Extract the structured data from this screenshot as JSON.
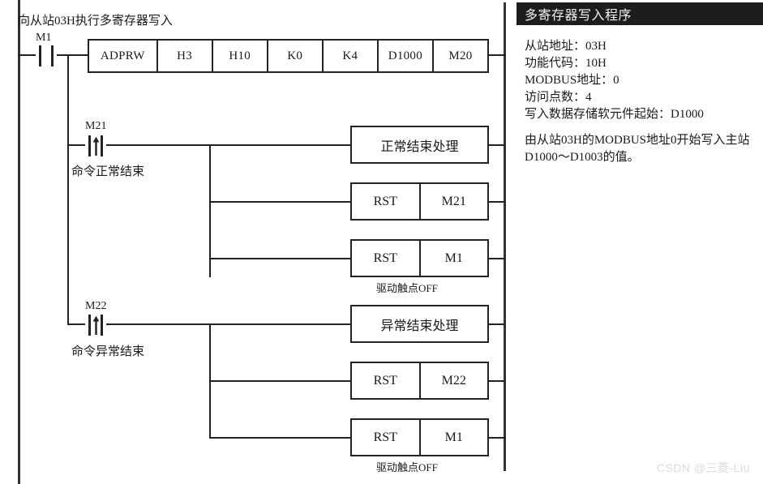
{
  "ladder": {
    "rungs": [
      {
        "comment": "向从站03H执行多寄存器写入",
        "contact_label": "M1",
        "contact_type": "no-contact",
        "instruction_cells": [
          "ADPRW",
          "H3",
          "H10",
          "K0",
          "K4",
          "D1000",
          "M20"
        ]
      },
      {
        "comment": "",
        "contact_label": "M21",
        "contact_type": "rising-edge-contact",
        "under_label": "命令正常结束",
        "outputs": [
          {
            "cells": [
              "正常结束处理"
            ],
            "note": ""
          },
          {
            "cells": [
              "RST",
              "M21"
            ],
            "note": ""
          },
          {
            "cells": [
              "RST",
              "M1"
            ],
            "note": "驱动触点OFF"
          }
        ]
      },
      {
        "comment": "",
        "contact_label": "M22",
        "contact_type": "rising-edge-contact",
        "under_label": "命令异常结束",
        "outputs": [
          {
            "cells": [
              "异常结束处理"
            ],
            "note": ""
          },
          {
            "cells": [
              "RST",
              "M22"
            ],
            "note": ""
          },
          {
            "cells": [
              "RST",
              "M1"
            ],
            "note": "驱动触点OFF"
          }
        ]
      }
    ]
  },
  "info": {
    "title": "多寄存器写入程序",
    "lines": [
      "从站地址：03H",
      "功能代码：10H",
      "MODBUS地址：0",
      "访问点数：4",
      "写入数据存储软元件起始：D1000"
    ],
    "paragraph": "由从站03H的MODBUS地址0开始写入主站D1000～D1003的值。"
  },
  "watermark": "CSDN @三菱-Liu",
  "colors": {
    "line": "#222222",
    "header_bg": "#1d1d1d",
    "header_text": "#f2f2f2",
    "watermark": "#dcdcdc"
  }
}
